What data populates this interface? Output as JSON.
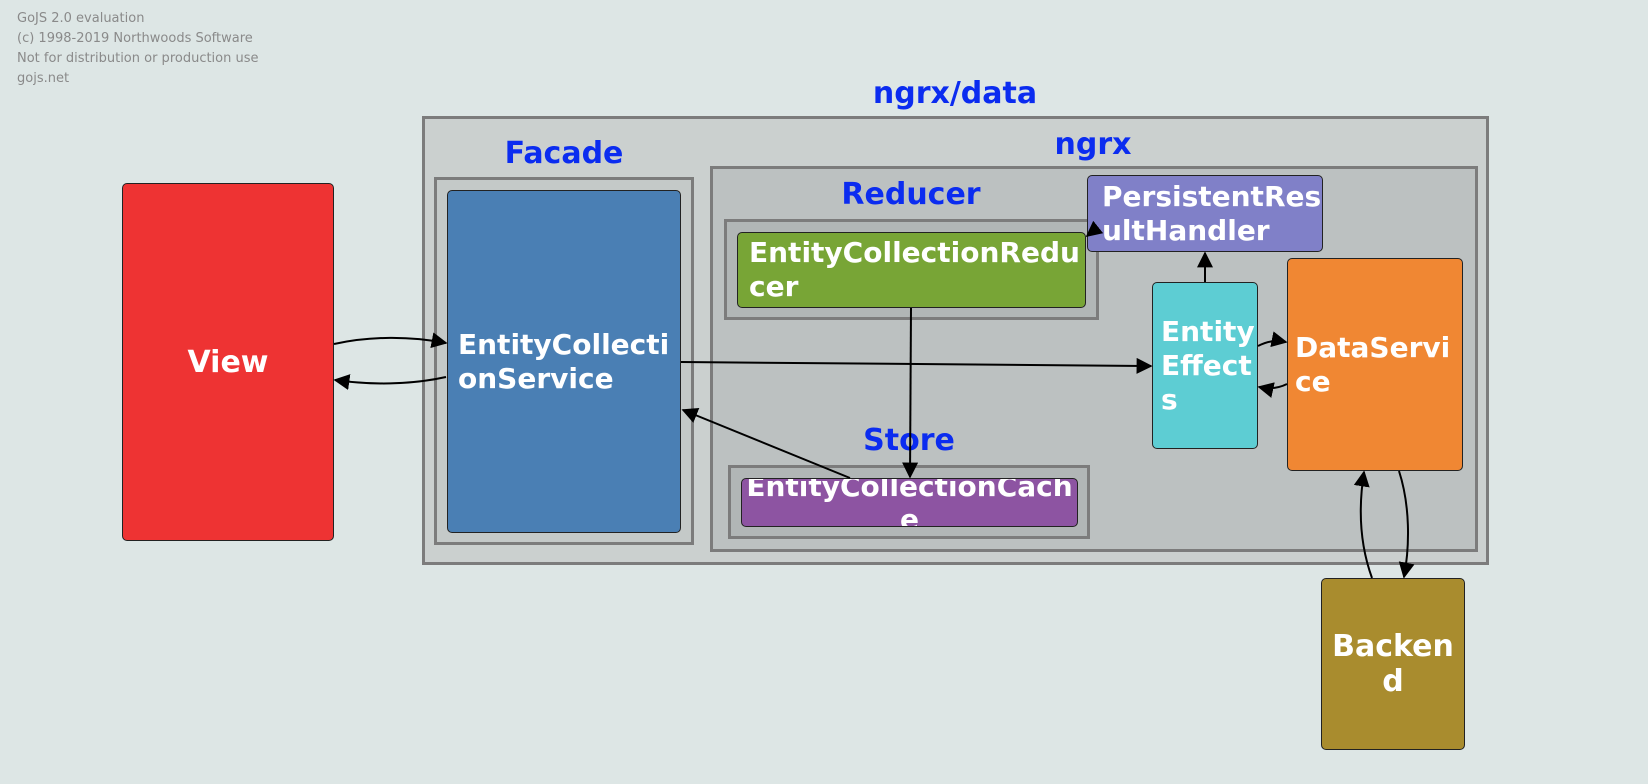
{
  "watermark": {
    "line1": "GoJS 2.0 evaluation",
    "line2": "(c) 1998-2019 Northwoods Software",
    "line3": "Not for distribution or production use",
    "line4": "gojs.net"
  },
  "groups": {
    "ngrx_data": "ngrx/data",
    "facade": "Facade",
    "ngrx": "ngrx",
    "reducer": "Reducer",
    "store": "Store"
  },
  "nodes": {
    "view": {
      "label": "View",
      "color": "#ee3333"
    },
    "entity_collection_service": {
      "label": "EntityCollectionService",
      "color": "#4a7fb4"
    },
    "entity_collection_reducer": {
      "label": "EntityCollectionReducer",
      "color": "#78a536"
    },
    "persistent_result_handler": {
      "label": "PersistentResultHandler",
      "color": "#8080c8"
    },
    "entity_effects": {
      "label": "EntityEffects",
      "color": "#5dcdd3"
    },
    "data_service": {
      "label": "DataService",
      "color": "#f08733"
    },
    "entity_collection_cache": {
      "label": "EntityCollectionCache",
      "color": "#8d54a2"
    },
    "backend": {
      "label": "Backend",
      "color": "#a98c2e"
    }
  },
  "colors": {
    "background": "#dde6e5",
    "group_title": "#0b2cf0",
    "group_border": "#7c7c7c",
    "link": "#000000"
  }
}
